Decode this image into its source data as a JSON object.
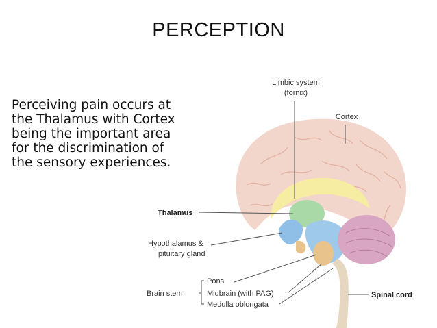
{
  "slide": {
    "title": "PERCEPTION",
    "body_lines": [
      "Perceiving pain occurs at",
      "the Thalamus with Cortex",
      "being the important area",
      "for the discrimination of",
      "the sensory experiences."
    ]
  },
  "diagram": {
    "labels": {
      "limbic_line1": "Limbic system",
      "limbic_line2": "(fornix)",
      "cortex": "Cortex",
      "thalamus": "Thalamus",
      "hypo_line1": "Hypothalamus &",
      "hypo_line2": "pituitary gland",
      "brain_stem": "Brain stem",
      "pons": "Pons",
      "midbrain": "Midbrain (with PAG)",
      "medulla": "Medulla oblongata",
      "spinal_cord": "Spinal cord"
    },
    "colors": {
      "cortex": "#f2d6cb",
      "cortex_fold": "#e2b1a2",
      "limbic": "#f6eda2",
      "thalamus": "#a9d9a6",
      "hypothalamus": "#8fbfe6",
      "brainstem": "#9ec9ea",
      "pons": "#e8c48c",
      "cerebellum": "#d8a5c2",
      "spinal": "#e6d7c0"
    }
  }
}
